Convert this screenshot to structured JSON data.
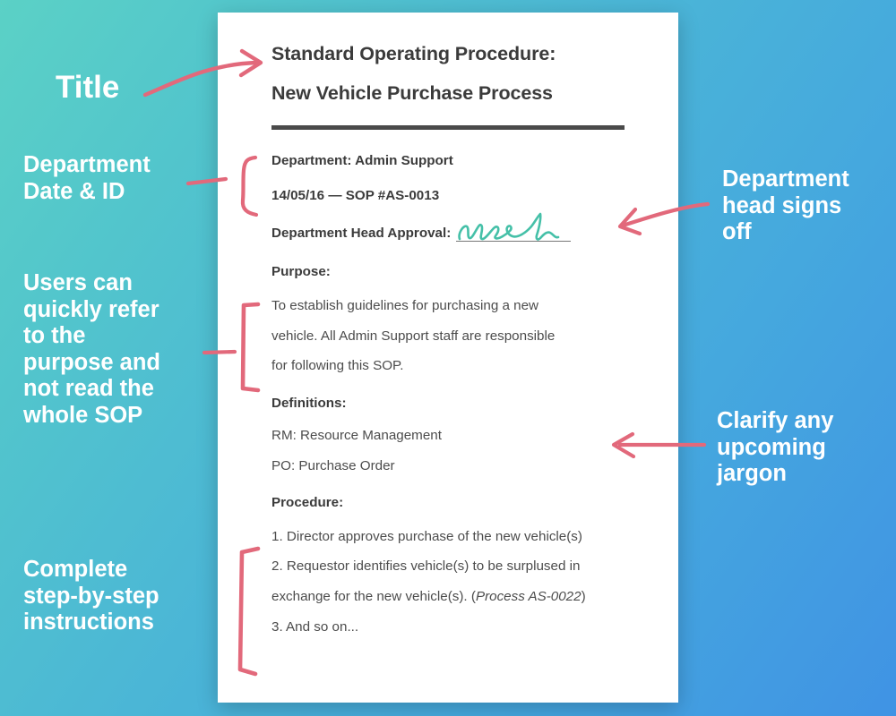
{
  "colors": {
    "bg_start": "#5BD1C6",
    "bg_end": "#4093E4",
    "annotation_text": "#FFFFFF",
    "marker_red": "#E2697B",
    "signature_teal": "#45C0A8",
    "doc_text": "#3B3B3B",
    "doc_body_text": "#4C4C4C",
    "divider": "#4A4A4A",
    "card_bg": "#FFFFFF"
  },
  "document": {
    "title_line1": "Standard Operating Procedure:",
    "title_line2": "New Vehicle Purchase Process",
    "meta": {
      "department": "Department: Admin Support",
      "date_and_id": "14/05/16 — SOP #AS-0013",
      "approval_label": "Department Head Approval:",
      "signature_alt": "handwritten-signature"
    },
    "purpose": {
      "heading": "Purpose:",
      "lines": [
        "To establish guidelines for purchasing a new",
        "vehicle. All Admin Support staff are responsible",
        "for following this SOP."
      ]
    },
    "definitions": {
      "heading": "Definitions:",
      "lines": [
        "RM: Resource Management",
        "PO: Purchase Order"
      ]
    },
    "procedure": {
      "heading": "Procedure:",
      "lines": [
        "1. Director approves purchase of the new vehicle(s)",
        "2. Requestor identifies vehicle(s) to be surplused in",
        "3. And so on..."
      ],
      "line_with_italic": {
        "before": "exchange for the new vehicle(s). (",
        "italic": "Process AS-0022",
        "after": ")"
      }
    }
  },
  "annotations": {
    "left": [
      {
        "id": "title",
        "text": "Title"
      },
      {
        "id": "dept_date_id",
        "text": "Department\nDate & ID"
      },
      {
        "id": "users_refer",
        "text": "Users can\nquickly refer\nto the\npurpose and\nnot read the\nwhole SOP"
      },
      {
        "id": "complete_steps",
        "text": "Complete\nstep-by-step\ninstructions"
      }
    ],
    "right": [
      {
        "id": "dept_head_signs",
        "text": "Department\nhead signs\noff"
      },
      {
        "id": "clarify_jargon",
        "text": "Clarify any\nupcoming\njargon"
      }
    ]
  },
  "marks": {
    "arrow_title": "curved-arrow-right",
    "bracket_meta": "hand-drawn-curly-bracket",
    "bracket_purpose": "hand-drawn-square-bracket",
    "bracket_procedure": "hand-drawn-square-bracket",
    "arrow_signature": "arrow-left",
    "arrow_jargon": "arrow-left",
    "dash_dept": "short-dash",
    "dash_users": "short-dash"
  }
}
